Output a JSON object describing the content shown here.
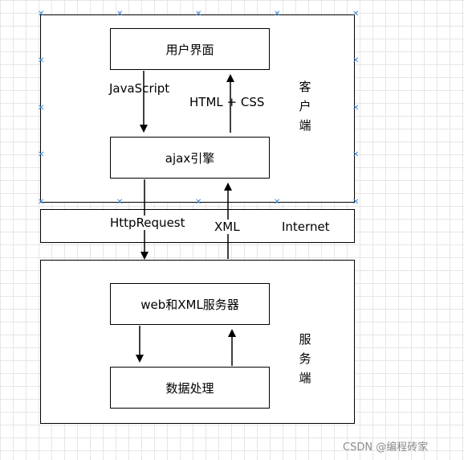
{
  "client": {
    "side_label": [
      "客",
      "户",
      "端"
    ],
    "ui_box": "用户界面",
    "engine_box": "ajax引擎",
    "arrow_down_label": "JavaScript",
    "arrow_up_label": "HTML + CSS"
  },
  "internet": {
    "label": "Internet",
    "request_label": "HttpRequest",
    "response_label": "XML"
  },
  "server": {
    "side_label": [
      "服",
      "务",
      "端"
    ],
    "server_box": "web和XML服务器",
    "process_box": "数据处理"
  },
  "watermark": "CSDN @编程砖家",
  "colors": {
    "line": "#000000",
    "selection_handle": "#3c8ad8",
    "grid": "#e6e6e6",
    "watermark": "#8a8a8a"
  }
}
